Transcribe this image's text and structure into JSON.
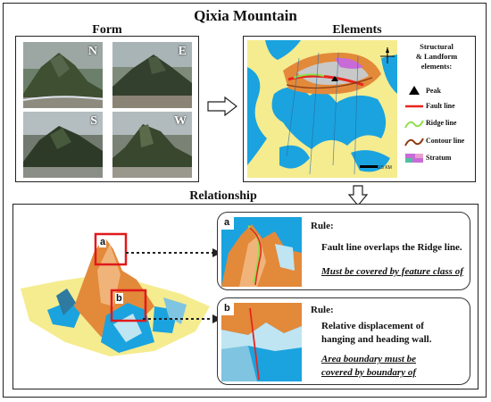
{
  "title": "Qixia Mountain",
  "sections": {
    "form": "Form",
    "elements": "Elements",
    "relationship": "Relationship"
  },
  "form_photos": [
    "N",
    "E",
    "S",
    "W"
  ],
  "legend": {
    "title_lines": [
      "Structural",
      "& Landform",
      "elements:"
    ],
    "items": [
      {
        "name": "Peak",
        "color": "#000000"
      },
      {
        "name": "Fault line",
        "color": "#e8251d"
      },
      {
        "name": "Ridge line",
        "color": "#8fe04a"
      },
      {
        "name": "Contour line",
        "color": "#8b3a10"
      },
      {
        "name": "Stratum",
        "color": "#c86bd6"
      }
    ]
  },
  "scale_text": "0.5 KM",
  "callouts": [
    {
      "label": "a",
      "rule": "Rule:",
      "desc": [
        "Fault line overlaps the Ridge line."
      ],
      "constraint": [
        "Must be covered by feature class of"
      ]
    },
    {
      "label": "b",
      "rule": "Rule:",
      "desc": [
        "Relative displacement of",
        "hanging and heading wall."
      ],
      "constraint": [
        "Area boundary must be",
        "covered by boundary of"
      ]
    }
  ],
  "colors": {
    "highlight": "#e0191b",
    "water": "#1aa3df",
    "land": "#f5ec8f",
    "terrain_orange": "#e3893a"
  }
}
